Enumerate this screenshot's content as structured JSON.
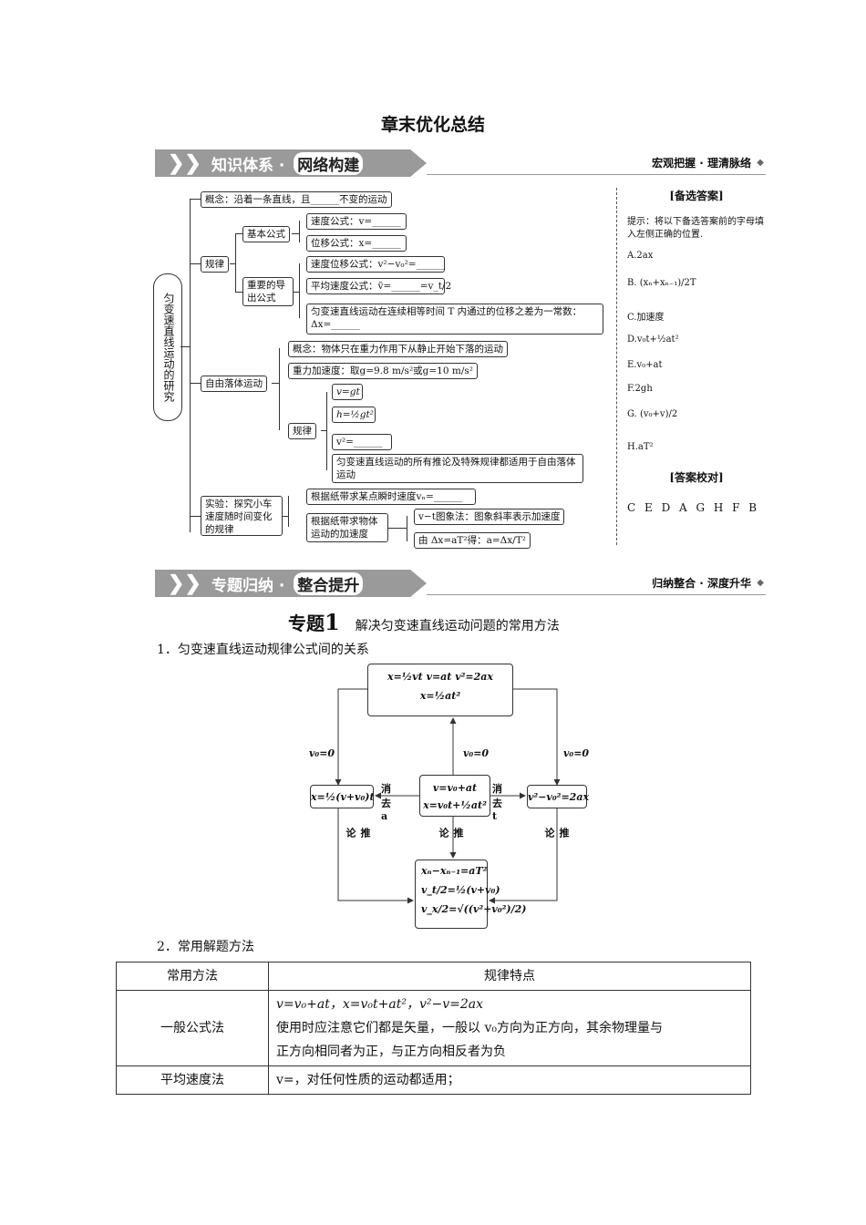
{
  "title": "章末优化总结",
  "banner1": {
    "left": "知识体系",
    "right_chip": "网络构建",
    "tagline": "宏观把握 · 理清脉络"
  },
  "banner2": {
    "left": "专题归纳",
    "right_chip": "整合提升",
    "tagline": "归纳整合 · 深度升华"
  },
  "mindmap": {
    "root": "匀变速直线运动的研究",
    "concept": "概念：沿着一条直线，且______不变的运动",
    "law": "规律",
    "basic_formulas": "基本公式",
    "velocity_formula": "速度公式：v=______",
    "displacement_formula": "位移公式：x=______",
    "important_derived": "重要的导出公式",
    "vel_disp_formula": "速度位移公式：v²−v₀²=______",
    "avg_vel_formula": "平均速度公式：v̄=______=v_t/2",
    "constant_diff": "匀变速直线运动在连续相等时间 T 内通过的位移之差为一常数：Δx=______",
    "free_fall": "自由落体运动",
    "ff_concept": "概念：物体只在重力作用下从静止开始下落的运动",
    "ff_g": "重力加速度：取g=9.8 m/s²或g=10 m/s²",
    "ff_law": "规律",
    "ff_v": "v=gt",
    "ff_h": "h=½gt²",
    "ff_v2": "v²=______",
    "ff_note": "匀变速直线运动的所有推论及特殊规律都适用于自由落体运动",
    "experiment": "实验：探究小车速度随时间变化的规律",
    "exp_instant": "根据纸带求某点瞬时速度vₙ=______",
    "exp_accel": "根据纸带求物体运动的加速度",
    "exp_vt": "v−t图象法：图象斜率表示加速度",
    "exp_formula": "由 Δx=aT²得：a=Δx/T²"
  },
  "answers": {
    "heading": "[备选答案]",
    "hint": "提示：将以下备选答案前的字母填入左侧正确的位置.",
    "options": [
      "A.2ax",
      "B. (xₙ+xₙ₋₁)/2T",
      "C.加速度",
      "D.v₀t+½at²",
      "E.v₀+at",
      "F.2gh",
      "G. (v₀+v)/2",
      "H.aT²"
    ],
    "check_heading": "[答案校对]",
    "check": "C E D A G H F B"
  },
  "topic": {
    "label": "专题",
    "number": "1",
    "title": "解决匀变速直线运动问题的常用方法"
  },
  "item1": "1．匀变速直线运动规律公式间的关系",
  "flow": {
    "top_line1": "x=½vt    v=at    v²=2ax",
    "top_line2": "x=½at²",
    "v0_left": "v₀=0",
    "v0_mid": "v₀=0",
    "v0_right": "v₀=0",
    "left_box": "x=½(v+v₀)t",
    "center_line1": "v=v₀+at",
    "center_line2": "x=v₀t+½at²",
    "right_box": "v²−v₀²=2ax",
    "elim_a": "消去a",
    "elim_t": "消去t",
    "infer": "推论",
    "bottom_line1": "xₙ−xₙ₋₁=aT²",
    "bottom_line2": "v_t/2=½(v+v₀)",
    "bottom_line3": "v_x/2=√((v²+v₀²)/2)"
  },
  "item2": "2．常用解题方法",
  "table": {
    "headers": [
      "常用方法",
      "规律特点"
    ],
    "rows": [
      {
        "method": "一般公式法",
        "line1": "v=v₀+at，x=v₀t+at²，v²−v=2ax",
        "line2": "使用时应注意它们都是矢量，一般以 v₀方向为正方向，其余物理量与",
        "line3": "正方向相同者为正，与正方向相反者为负"
      },
      {
        "method": "平均速度法",
        "line1": "v=，对任何性质的运动都适用；",
        "line2": "",
        "line3": ""
      }
    ]
  }
}
